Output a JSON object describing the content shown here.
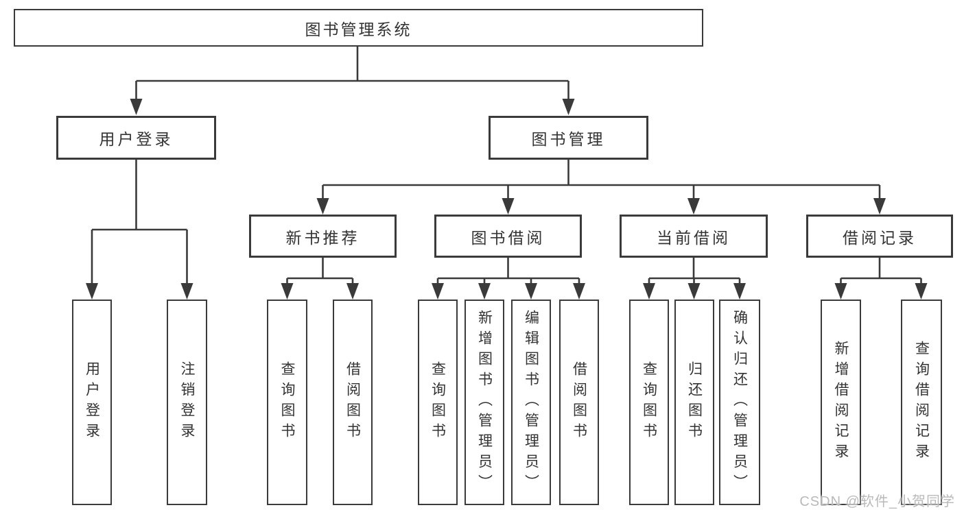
{
  "diagram": {
    "root": {
      "label": "图书管理系统"
    },
    "level2": [
      {
        "label": "用户登录"
      },
      {
        "label": "图书管理"
      }
    ],
    "level3": [
      {
        "label": "新书推荐"
      },
      {
        "label": "图书借阅"
      },
      {
        "label": "当前借阅"
      },
      {
        "label": "借阅记录"
      }
    ],
    "leaves": {
      "user_login": [
        {
          "label": "用户登录"
        },
        {
          "label": "注销登录"
        }
      ],
      "new_book_recommend": [
        {
          "label": "查询图书"
        },
        {
          "label": "借阅图书"
        }
      ],
      "book_borrow": [
        {
          "label": "查询图书"
        },
        {
          "label": "新增图书（管理员）"
        },
        {
          "label": "编辑图书（管理员）"
        },
        {
          "label": "借阅图书"
        }
      ],
      "current_borrow": [
        {
          "label": "查询图书"
        },
        {
          "label": "归还图书"
        },
        {
          "label": "确认归还（管理员）"
        }
      ],
      "borrow_record": [
        {
          "label": "新增借阅记录"
        },
        {
          "label": "查询借阅记录"
        }
      ]
    }
  },
  "watermark": {
    "text": "CSDN @软件_小贺同学"
  },
  "colors": {
    "line": "#3a3a3a",
    "text": "#333333",
    "background": "#ffffff",
    "watermark": "#b9b9b9"
  }
}
